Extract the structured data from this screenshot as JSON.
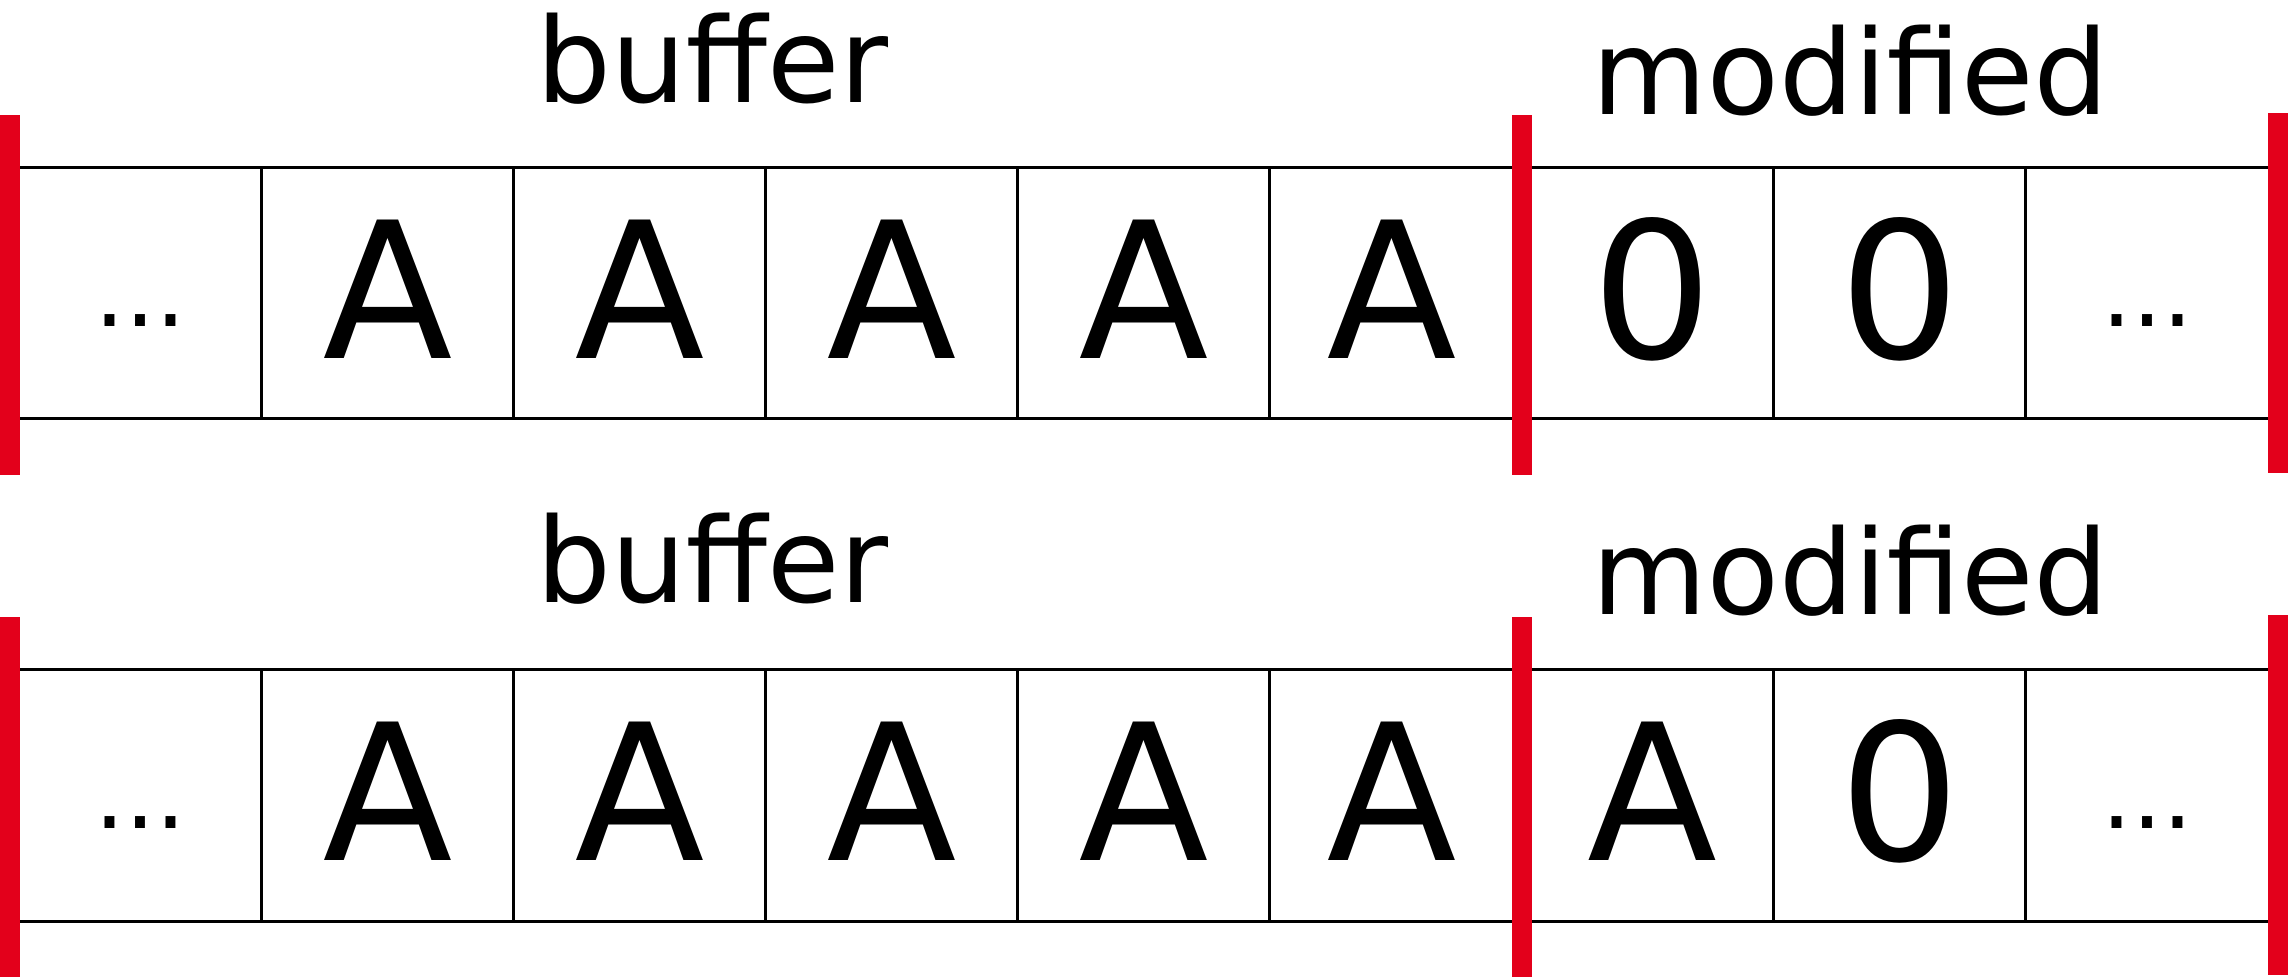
{
  "colors": {
    "boundary": "#e3001b",
    "line": "#000000",
    "background": "#ffffff"
  },
  "panels": [
    {
      "labels": {
        "buffer": "buffer",
        "modified": "modified"
      },
      "cells": [
        "...",
        "A",
        "A",
        "A",
        "A",
        "A",
        "0",
        "0",
        "..."
      ]
    },
    {
      "labels": {
        "buffer": "buffer",
        "modified": "modified"
      },
      "cells": [
        "...",
        "A",
        "A",
        "A",
        "A",
        "A",
        "A",
        "0",
        "..."
      ]
    }
  ]
}
